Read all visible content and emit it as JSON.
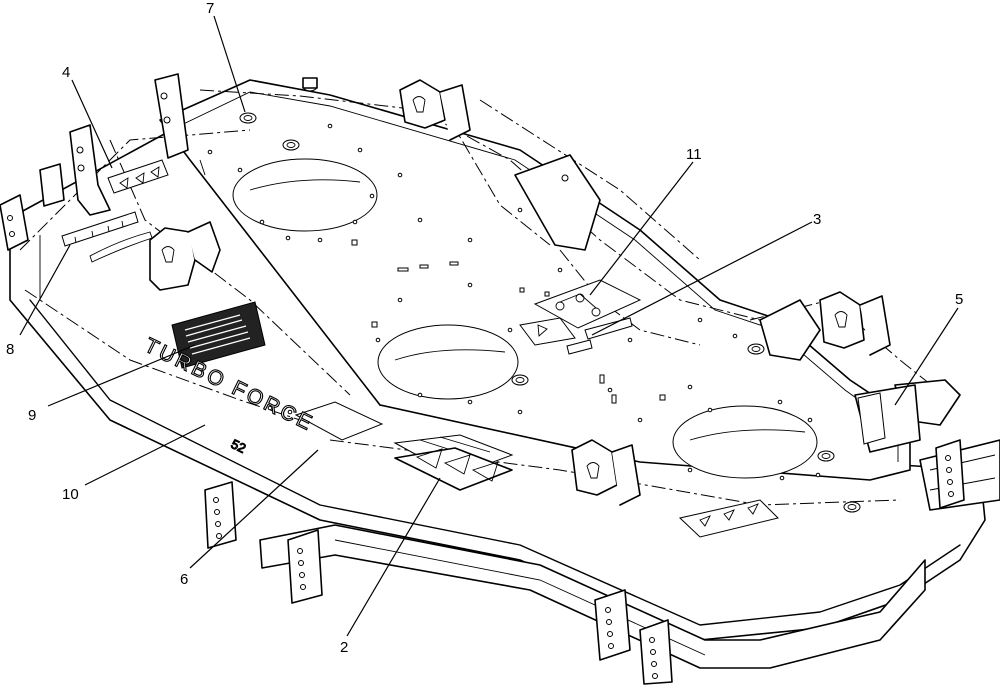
{
  "diagram": {
    "callouts": [
      {
        "id": "c7",
        "label": "7"
      },
      {
        "id": "c4",
        "label": "4"
      },
      {
        "id": "c11",
        "label": "11"
      },
      {
        "id": "c3",
        "label": "3"
      },
      {
        "id": "c5",
        "label": "5"
      },
      {
        "id": "c8",
        "label": "8"
      },
      {
        "id": "c9",
        "label": "9"
      },
      {
        "id": "c10",
        "label": "10"
      },
      {
        "id": "c6",
        "label": "6"
      },
      {
        "id": "c2",
        "label": "2"
      }
    ],
    "stencil": {
      "brand": "TURBO FORCE",
      "size": "52"
    }
  }
}
